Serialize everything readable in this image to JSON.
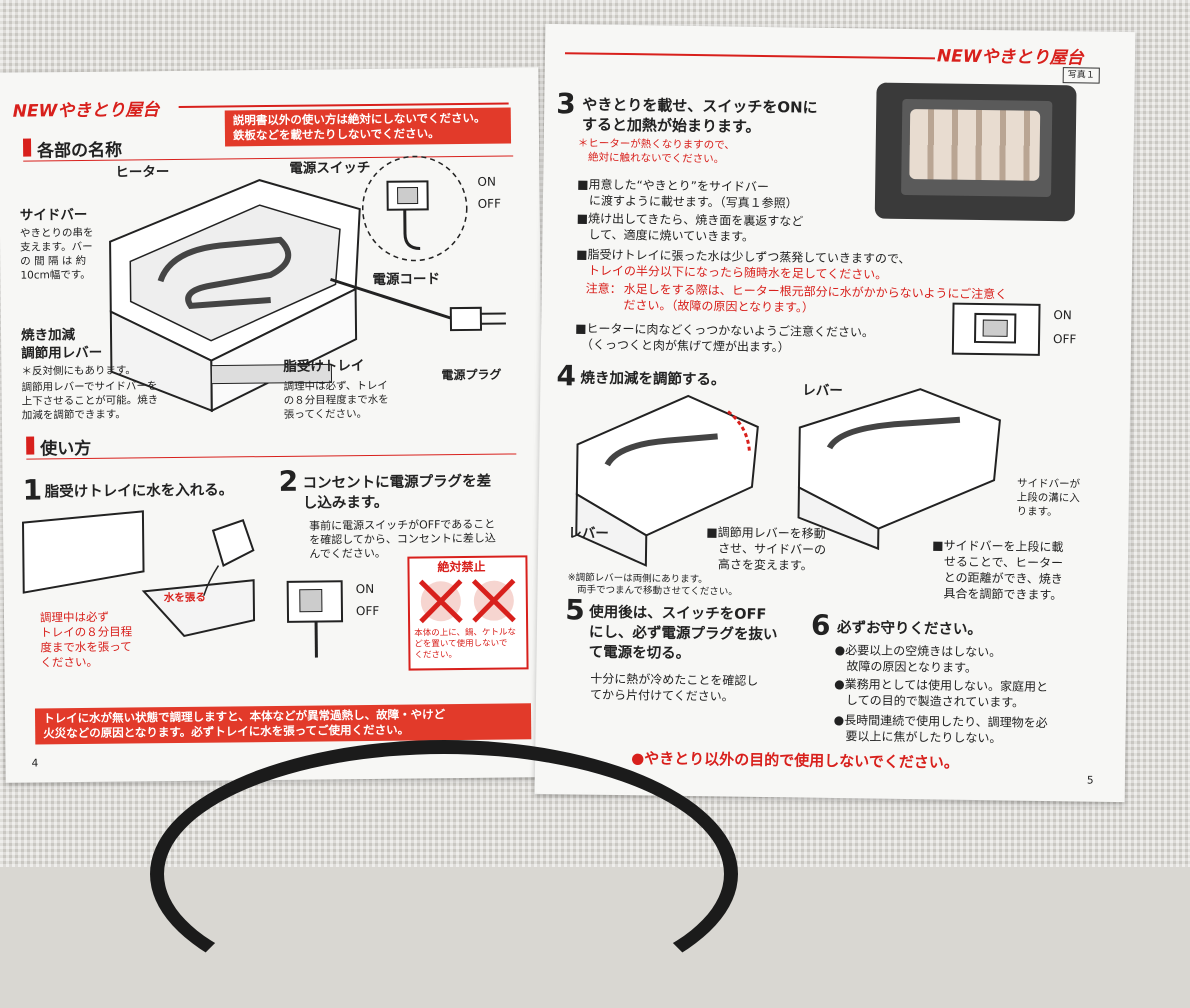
{
  "left": {
    "brand": "NEWやきとり屋台",
    "warning_top": "説明書以外の使い方は絶対にしないでください。\n鉄板などを載せたりしないでください。",
    "section_parts": "各部の名称",
    "label_heater": "ヒーター",
    "label_switch": "電源スイッチ",
    "label_on": "ON",
    "label_off": "OFF",
    "label_sidebar": "サイドバー",
    "sidebar_desc": "やきとりの串を\n支えます。バー\nの 間 隔 は 約\n10cm幅です。",
    "label_cord": "電源コード",
    "label_lever": "焼き加減\n調節用レバー",
    "lever_note": "＊反対側にもあります。",
    "lever_desc": "調節用レバーでサイドバーを\n上下させることが可能。焼き\n加減を調節できます。",
    "label_tray": "脂受けトレイ",
    "tray_desc": "調理中は必ず、トレイ\nの８分目程度まで水を\n張ってください。",
    "label_plug": "電源プラグ",
    "section_use": "使い方",
    "step1_num": "1",
    "step1_text": "脂受けトレイに水を入れる。",
    "water_label": "水を張る",
    "step1_note": "調理中は必ず\nトレイの８分目程\n度まで水を張って\nください。",
    "step2_num": "2",
    "step2_text": "コンセントに電源プラグを差\nし込みます。",
    "step2_desc": "事前に電源スイッチがOFFであること\nを確認してから、コンセントに差し込\nんでください。",
    "prohibit_title": "絶対禁止",
    "prohibit_desc": "本体の上に、鍋、ケトルな\nどを置いて使用しないで\nください。",
    "warning_bottom": "トレイに水が無い状態で調理しますと、本体などが異常過熱し、故障・やけど\n火災などの原因となります。必ずトレイに水を張ってご使用ください。",
    "page_no": "4"
  },
  "right": {
    "brand": "NEWやきとり屋台",
    "photo_label": "写真１",
    "step3_num": "3",
    "step3_text": "やきとりを載せ、スイッチをONに\nすると加熱が始まります。",
    "step3_warn": "＊ヒーターが熱くなりますので、\n　絶対に触れないでください。",
    "b1": "■用意した“やきとり”をサイドバー\n　に渡すように載せます。（写真１参照）",
    "b2": "■焼け出してきたら、焼き面を裏返すなど\n　して、適度に焼いていきます。",
    "b3": "■脂受けトレイに張った水は少しずつ蒸発していきますので、",
    "b3_red": "トレイの半分以下になったら随時水を足してください。",
    "b3_note_label": "注意：",
    "b3_note": "水足しをする際は、ヒーター根元部分に水がかからないようにご注意く\nださい。（故障の原因となります。）",
    "b4": "■ヒーターに肉などくっつかないようご注意ください。\n　（くっつくと肉が焦げて煙が出ます。）",
    "sw_on": "ON",
    "sw_off": "OFF",
    "step4_num": "4",
    "step4_text": "焼き加減を調節する。",
    "lever_a": "レバー",
    "lever_b": "レバー",
    "sidebar_up": "サイドバーが\n上段の溝に入\nります。",
    "lever_move": "■調節用レバーを移動\n　させ、サイドバーの\n　高さを変えます。",
    "lever_note": "※調節レバーは両側にあります。\n　両手でつまんで移動させてください。",
    "sidebar_desc": "■サイドバーを上段に載\n　せることで、ヒーター\n　との距離ができ、焼き\n　具合を調節できます。",
    "step5_num": "5",
    "step5_text": "使用後は、スイッチをOFF\nにし、必ず電源プラグを抜い\nて電源を切る。",
    "step5_desc": "十分に熱が冷めたことを確認し\nてから片付けてください。",
    "step6_num": "6",
    "step6_text": "必ずお守りください。",
    "r1": "●必要以上の空焼きはしない。\n　故障の原因となります。",
    "r2": "●業務用としては使用しない。家庭用と\n　しての目的で製造されています。",
    "r3": "●長時間連続で使用したり、調理物を必\n　要以上に焦がしたりしない。",
    "final_warn": "●やきとり以外の目的で使用しないでください。",
    "page_no": "5"
  }
}
